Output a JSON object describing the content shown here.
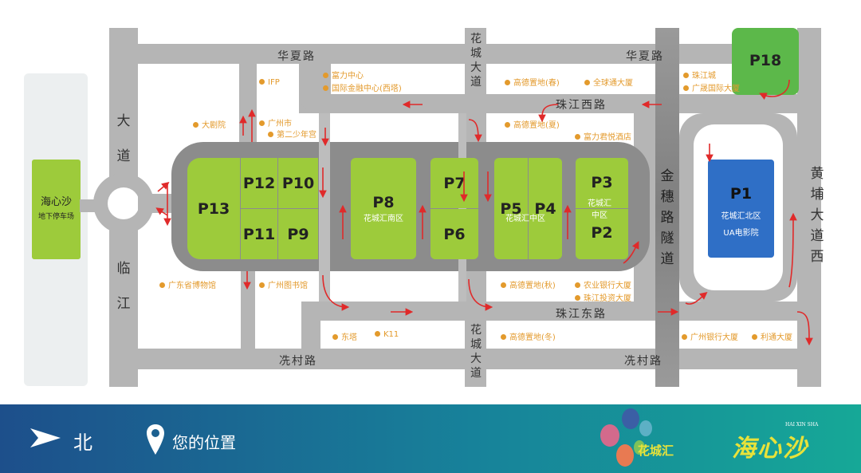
{
  "roads": {
    "huaxia_w": "华夏路",
    "huaxia_e": "华夏路",
    "zhujiang_west": "珠江西路",
    "zhujiang_east": "珠江东路",
    "xiancun_w": "冼村路",
    "xiancun_e": "冼村路",
    "huacheng_top": "花城大道",
    "huacheng_bottom": "花城大道",
    "linjiang_top": "大道",
    "linjiang_bottom": "临江",
    "jinsui": "金穗路隧道",
    "huangpu": "黄埔大道西"
  },
  "haixinsha": {
    "name": "海心沙",
    "sub": "地下停车场"
  },
  "lots": {
    "p13": "P13",
    "p12": "P12",
    "p11": "P11",
    "p10": "P10",
    "p9": "P9",
    "p8": "P8",
    "p7": "P7",
    "p6": "P6",
    "p5": "P5",
    "p4": "P4",
    "p3": "P3",
    "p2": "P2",
    "p1": "P1",
    "p18": "P18"
  },
  "zones": {
    "south": "花城汇南区",
    "middle": "花城汇中区",
    "middle2": "花城汇\n中区",
    "north": "花城汇北区",
    "north_sub": "UA电影院"
  },
  "poi": [
    "IFP",
    "富力中心",
    "国际金融中心(西塔)",
    "高德置地(春)",
    "全球通大厦",
    "珠江城",
    "广晟国际大厦",
    "大剧院",
    "广州市",
    "第二少年宫",
    "高德置地(夏)",
    "富力君悦酒店",
    "广东省博物馆",
    "广州图书馆",
    "高德置地(秋)",
    "农业银行大厦",
    "珠江投资大厦",
    "东塔",
    "K11",
    "高德置地(冬)",
    "广州银行大厦",
    "利通大厦"
  ],
  "legend": {
    "north": "北",
    "location": "您的位置"
  },
  "brand": {
    "huachenghui": "花城汇",
    "haixinsha": "海心沙",
    "haixinsha_en": "HAI XIN SHA"
  },
  "colors": {
    "road": "#b5b5b5",
    "lot": "#9dcb3b",
    "p1": "#2f6fc6",
    "p18": "#5cb84a",
    "poi": "#e39a2c",
    "arrow": "#e02a2a"
  }
}
